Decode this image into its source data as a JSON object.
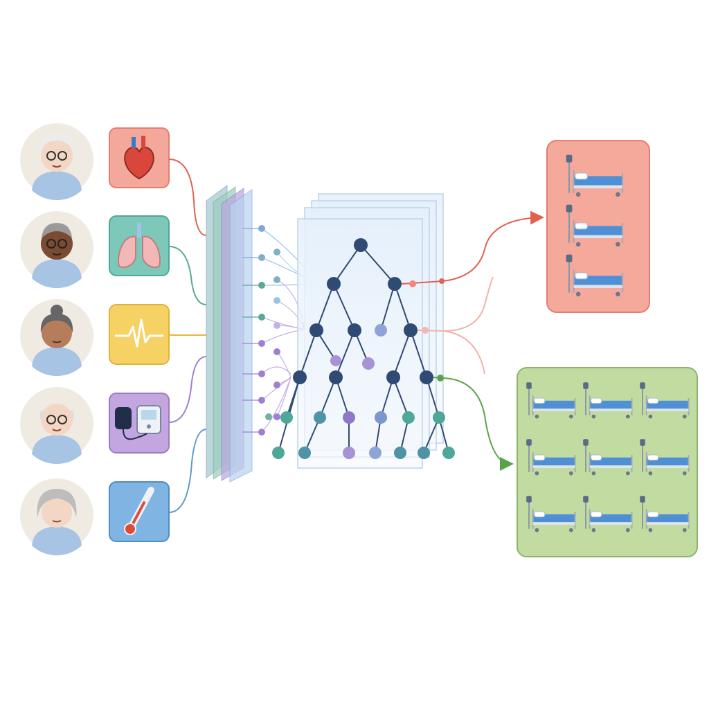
{
  "colors": {
    "background": "#ffffff",
    "heart": "#f4a79b",
    "lungs": "#7dc8b8",
    "ecg": "#f6d265",
    "blood_pressure": "#c3a6e0",
    "thermometer": "#7fb4e3",
    "high_risk_group": "#f4a99b",
    "low_risk_group": "#c2dba1",
    "tree_node": "#2f4a73",
    "high_risk_link": "#e3604f",
    "low_risk_link": "#5aa24a"
  },
  "patients": [
    {
      "icon": "elderly-woman-with-glasses-icon",
      "skin": "#f3d7c4",
      "hair": "#ececec"
    },
    {
      "icon": "elderly-man-with-glasses-icon",
      "skin": "#7a4a33",
      "hair": "#9a9a9a"
    },
    {
      "icon": "elderly-woman-with-bun-icon",
      "skin": "#b57d5c",
      "hair": "#666666"
    },
    {
      "icon": "elderly-bald-man-with-glasses-icon",
      "skin": "#f3d7c4",
      "hair": "#dcdcdc"
    },
    {
      "icon": "elderly-woman-curly-hair-icon",
      "skin": "#f3d7c4",
      "hair": "#bdbdbd"
    }
  ],
  "signals": [
    {
      "icon": "heart-icon"
    },
    {
      "icon": "lungs-icon"
    },
    {
      "icon": "ecg-waveform-icon"
    },
    {
      "icon": "blood-pressure-monitor-icon"
    },
    {
      "icon": "thermometer-icon"
    }
  ],
  "outcomes": [
    {
      "group": "high-risk",
      "bed_count": 3,
      "icon": "hospital-bed-icon"
    },
    {
      "group": "low-risk",
      "bed_count": 9,
      "icon": "hospital-bed-icon"
    }
  ]
}
